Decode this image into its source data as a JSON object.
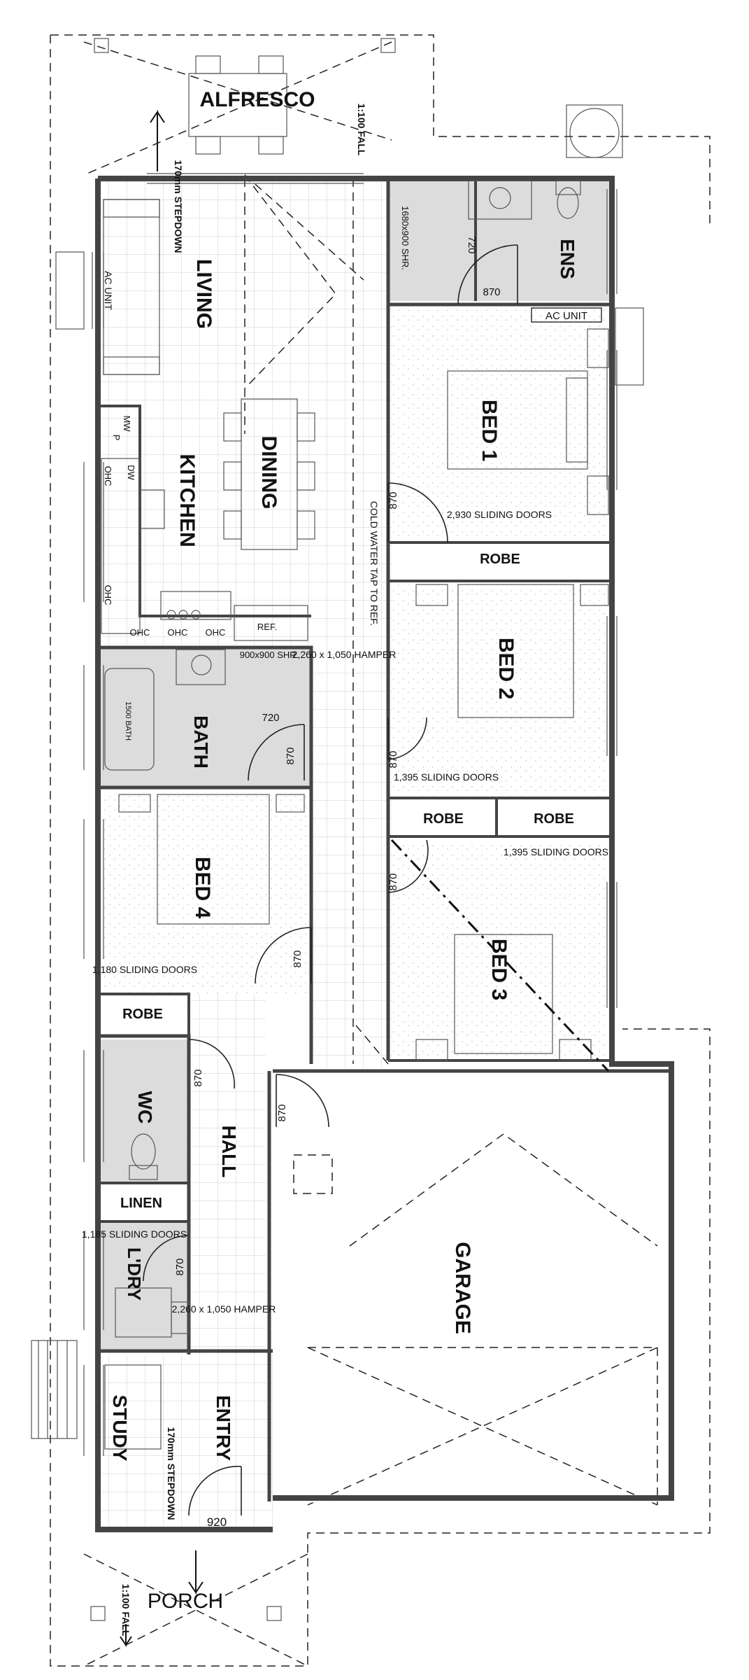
{
  "rooms": {
    "alfresco": "ALFRESCO",
    "living": "LIVING",
    "dining": "DINING",
    "kitchen": "KITCHEN",
    "ens": "ENS",
    "bed1": "BED 1",
    "bed2": "BED 2",
    "bed3": "BED 3",
    "bed4": "BED 4",
    "bath": "BATH",
    "wc": "WC",
    "hall": "HALL",
    "linen": "LINEN",
    "ldry": "L'DRY",
    "study": "STUDY",
    "entry": "ENTRY",
    "garage": "GARAGE",
    "porch": "PORCH",
    "robe": "ROBE"
  },
  "labels": {
    "fall": "1:100 FALL",
    "stepdown": "170mm STEPDOWN",
    "ac_unit": "AC UNIT",
    "mw": "MW",
    "p": "P",
    "dw": "DW",
    "ohc": "OHC",
    "ref": "REF.",
    "shr_ens": "1680x900 SHR.",
    "shr_bath": "900x900 SHR.",
    "bath_size": "1500 BATH",
    "cold_water": "COLD WATER TAP TO REF.",
    "hamper": "2,260 x 1,050 HAMPER",
    "sliding_2930": "2,930 SLIDING DOORS",
    "sliding_1395": "1,395 SLIDING DOORS",
    "sliding_1180": "1,180 SLIDING DOORS",
    "sliding_1185": "1,185 SLIDING DOORS",
    "d870": "870",
    "d720": "720",
    "d920": "920"
  }
}
